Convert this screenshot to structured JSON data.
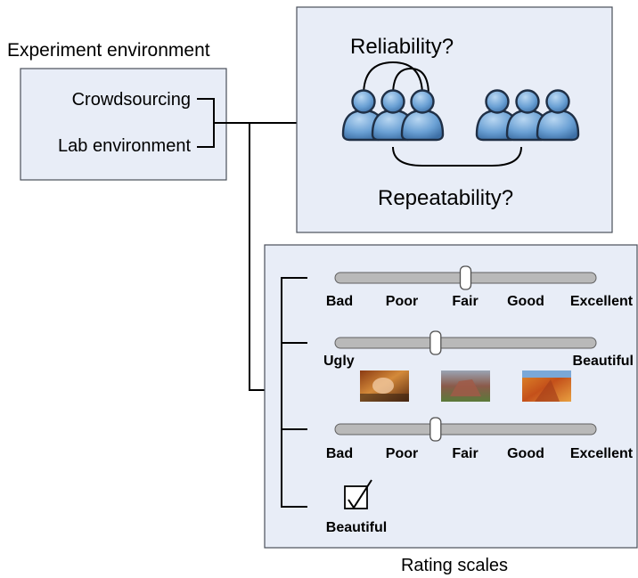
{
  "experiment": {
    "heading": "Experiment environment",
    "options": [
      "Crowdsourcing",
      "Lab environment"
    ]
  },
  "concepts": {
    "reliability": "Reliability?",
    "repeatability": "Repeatability?"
  },
  "rating_scales": {
    "caption": "Rating scales",
    "scale1": {
      "labels": [
        "Bad",
        "Poor",
        "Fair",
        "Good",
        "Excellent"
      ],
      "level": 0.5
    },
    "scale2": {
      "left": "Ugly",
      "right": "Beautiful",
      "level": 0.385
    },
    "scale3": {
      "labels": [
        "Bad",
        "Poor",
        "Fair",
        "Good",
        "Excellent"
      ],
      "level": 0.385
    },
    "checkbox": {
      "label": "Beautiful",
      "checked": true
    }
  },
  "colors": {
    "panel_fill": "#e8edf7",
    "person_fill": "#6aa0d4",
    "person_dark": "#274f7a"
  },
  "icons": [
    "person-icon",
    "slider",
    "image-thumbnail",
    "checkbox-icon"
  ]
}
